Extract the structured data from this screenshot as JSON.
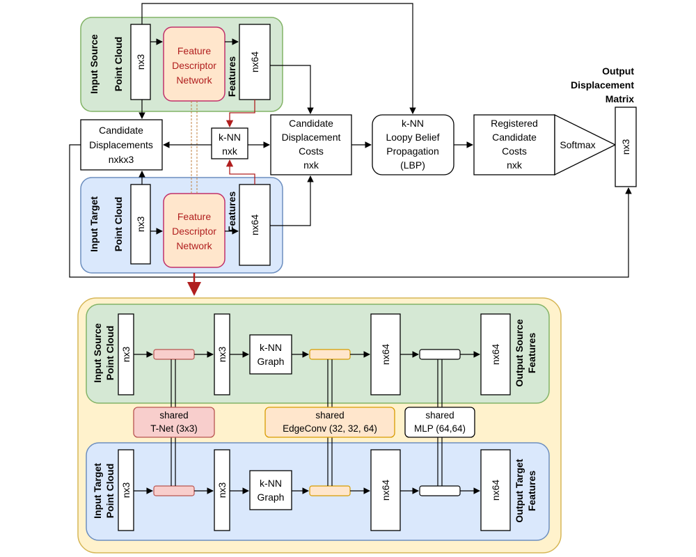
{
  "top": {
    "input_source": {
      "line1": "Input Source",
      "line2": "Point Cloud"
    },
    "input_target": {
      "line1": "Input Target",
      "line2": "Point Cloud"
    },
    "nx3": "nx3",
    "features": "Features",
    "nx64": "nx64",
    "fdn": {
      "line1": "Feature",
      "line2": "Descriptor",
      "line3": "Network"
    },
    "candidate_displacements": {
      "line1": "Candidate",
      "line2": "Displacements",
      "line3": "nxkx3"
    },
    "knn": {
      "line1": "k-NN",
      "line2": "nxk"
    },
    "costs": {
      "line1": "Candidate",
      "line2": "Displacement",
      "line3": "Costs",
      "line4": "nxk"
    },
    "lbp": {
      "line1": "k-NN",
      "line2": "Loopy Belief",
      "line3": "Propagation",
      "line4": "(LBP)"
    },
    "registered": {
      "line1": "Registered",
      "line2": "Candidate",
      "line3": "Costs",
      "line4": "nxk"
    },
    "softmax": "Softmax",
    "output_label": {
      "line1": "Output",
      "line2": "Displacement",
      "line3": "Matrix"
    },
    "output_box": "nx3"
  },
  "detail": {
    "source_in": {
      "line1": "Input Source",
      "line2": "Point Cloud"
    },
    "target_in": {
      "line1": "Input Target",
      "line2": "Point Cloud"
    },
    "source_out": {
      "line1": "Output Source",
      "line2": "Features"
    },
    "target_out": {
      "line1": "Output Target",
      "line2": "Features"
    },
    "nx3": "nx3",
    "nx64": "nx64",
    "knn_graph": {
      "line1": "k-NN",
      "line2": "Graph"
    },
    "shared": "shared",
    "tnet": "T-Net (3x3)",
    "edgeconv": "EdgeConv (32, 32, 64)",
    "mlp": "MLP (64,64)"
  },
  "colors": {
    "green_panel": "#d5e8d4",
    "green_border": "#82b366",
    "blue_panel": "#dae8fc",
    "blue_border": "#6c8ebf",
    "yellow_panel": "#fff2cc",
    "yellow_border": "#d6b656",
    "fdn_fill": "#ffe6cc",
    "red_accent": "#b01e1e",
    "tnet_fill": "#f8cecc",
    "edgeconv_fill": "#ffe6cc"
  }
}
